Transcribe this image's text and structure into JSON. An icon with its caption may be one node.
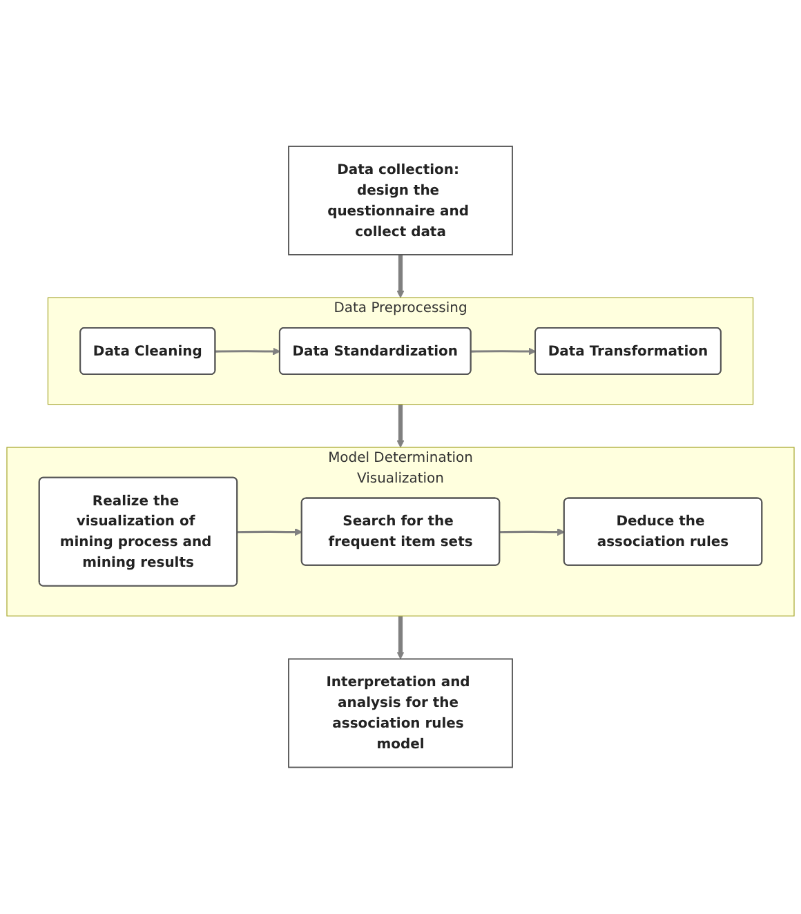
{
  "diagram": {
    "nodes": [
      {
        "text": [
          "Data collection: design the questionnaire and collect data"
        ]
      },
      {
        "text": [
          "Data Preprocessing"
        ]
      },
      {
        "text": [
          "Data Cleaning"
        ],
        "in": 1
      },
      {
        "text": [
          "Data Standardization"
        ],
        "in": 1
      },
      {
        "text": [
          "Data Transformation"
        ],
        "in": 1
      },
      {
        "text": [
          "Model Determination",
          "Visualization"
        ]
      },
      {
        "text": [
          "Search for the frequent item sets"
        ],
        "in": 5
      },
      {
        "text": [
          "Deduce the association rules"
        ],
        "in": 5
      },
      {
        "text": [
          "Realize the visualization of mining process and mining results"
        ],
        "in": 5
      },
      {
        "text": [
          "Interpretation and analysis for the association rules model"
        ]
      }
    ],
    "edges": [
      {
        "from": 0,
        "to": 1,
        "arrow": "to",
        "style": "thick"
      },
      {
        "from": 2,
        "to": 3,
        "arrow": "to"
      },
      {
        "from": 3,
        "to": 4,
        "arrow": "to"
      },
      {
        "from": 1,
        "to": 5,
        "arrow": "to",
        "style": "thick"
      },
      {
        "from": 8,
        "to": 6,
        "arrow": "to"
      },
      {
        "from": 6,
        "to": 7,
        "arrow": "to"
      },
      {
        "from": 5,
        "to": 9,
        "arrow": "to",
        "style": "thick"
      }
    ]
  }
}
